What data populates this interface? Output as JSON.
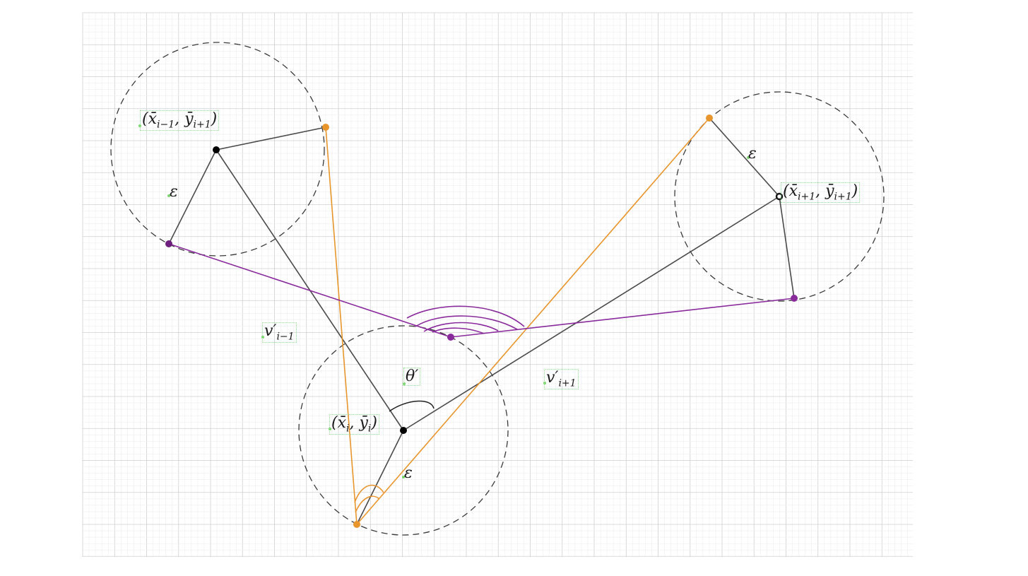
{
  "labels": {
    "p_prev": {
      "base": "(x̄",
      "sub1": "i−1",
      "mid": ", ȳ",
      "sub2": "i+1",
      "end": ")"
    },
    "p_i": {
      "base": "(x̄",
      "sub1": "i",
      "mid": ", ȳ",
      "sub2": "i",
      "end": ")"
    },
    "p_next": {
      "base": "(x̄",
      "sub1": "i+1",
      "mid": ", ȳ",
      "sub2": "i+1",
      "end": ")"
    },
    "eps_left": "ε",
    "eps_right": "ε",
    "eps_bottom": "ε",
    "v_prev": {
      "base": "v′",
      "sub": "i−1"
    },
    "v_next": {
      "base": "v′",
      "sub": "i+1"
    },
    "theta": "θ′"
  },
  "colors": {
    "grid_minor": "#eeeeee",
    "grid_major": "#cfcfcf",
    "dark_line": "#4a4a4a",
    "orange": "#e8952c",
    "purple": "#8a2b9c",
    "label_box": "#8fdf8f"
  }
}
